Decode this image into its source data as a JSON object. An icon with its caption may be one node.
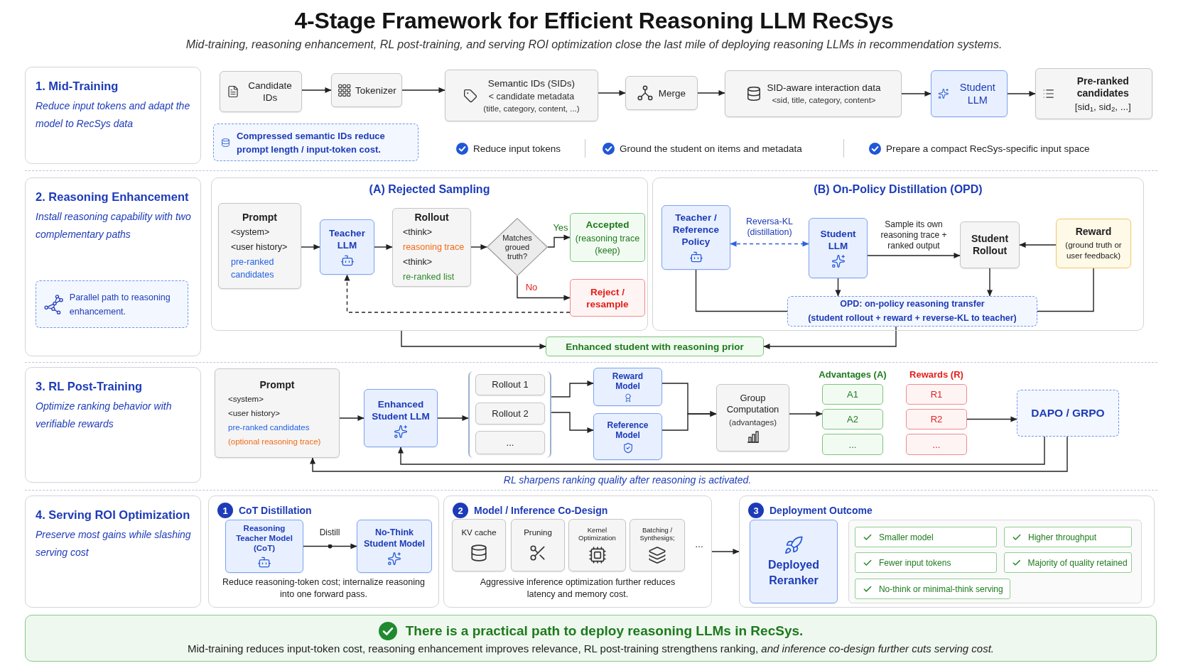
{
  "diagram": {
    "title": "4-Stage Framework for Efficient Reasoning LLM RecSys",
    "nodes": [
      {
        "text": [
          "1. Mid-Training",
          "Reduce input tokens and adapt the model to RecSys data"
        ]
      },
      {
        "text": [
          "Candidate IDs"
        ]
      },
      {
        "text": [
          "Tokenizer"
        ]
      },
      {
        "text": [
          "Semantic IDs (SIDs)",
          "< candidate metadata",
          "(title, category, content, ...)"
        ]
      },
      {
        "text": [
          "Merge"
        ]
      },
      {
        "text": [
          "SID-aware interaction data",
          "<sid, title, category, content>"
        ]
      },
      {
        "text": [
          "Student LLM"
        ]
      },
      {
        "text": [
          "Pre-ranked candidates",
          "[sid$_{1}$, sid$_{2}$, ...]"
        ]
      },
      {
        "text": [
          "Compressed semantic IDs reduce prompt length / input-token cost."
        ]
      },
      {
        "text": [
          "2. Reasoning Enhancement",
          "Install reasoning capability with two complementary paths"
        ]
      },
      {
        "text": [
          "Parallel path to reasoning enhancement."
        ],
        "in": 9
      },
      {
        "text": [
          "(A) Rejected Sampling"
        ]
      },
      {
        "text": [
          "Prompt",
          "<system>",
          "<user history>",
          "pre-ranked candidates"
        ],
        "in": 11
      },
      {
        "text": [
          "Teacher LLM"
        ],
        "in": 11
      },
      {
        "text": [
          "Rollout",
          "<think>",
          "reasoning trace",
          "<think>",
          "re-ranked list"
        ],
        "in": 11
      },
      {
        "text": [
          "Matches groued truth?"
        ],
        "in": 11
      },
      {
        "text": [
          "Accepted",
          "(reasoning trace (keep)"
        ],
        "in": 11
      },
      {
        "text": [
          "Reject / resample"
        ],
        "in": 11
      },
      {
        "text": [
          "(B) On-Policy Distillation (OPD)"
        ]
      },
      {
        "text": [
          "Teacher / Reference Policy"
        ],
        "in": 18
      },
      {
        "text": [
          "Student LLM"
        ],
        "in": 18
      },
      {
        "text": [
          "Student Rollout"
        ],
        "in": 18
      },
      {
        "text": [
          "Reward",
          "(ground truth or user feedback)"
        ],
        "in": 18
      },
      {
        "text": [
          "OPD: on-policy reasoning transfer",
          "(student rollout + reward + reverse-KL to teacher)"
        ],
        "in": 18
      },
      {
        "text": [
          "Enhanced student with reasoning prior"
        ]
      },
      {
        "text": [
          "3. RL Post-Training",
          "Optimize ranking behavior with verifiable rewards"
        ]
      },
      {
        "text": [
          "Prompt",
          "<system>",
          "<user history>",
          "pre-ranked candidates",
          "(optional reasoning trace)"
        ]
      },
      {
        "text": [
          "Enhanced Student LLM"
        ]
      },
      {
        "text": [],
        "shape": "bracket"
      },
      {
        "text": [
          "Rollout 1"
        ],
        "in": 28
      },
      {
        "text": [
          "Rollout 2"
        ],
        "in": 28
      },
      {
        "text": [
          "..."
        ],
        "in": 28
      },
      {
        "text": [
          "Reward Model"
        ]
      },
      {
        "text": [
          "Reference Model"
        ]
      },
      {
        "text": [
          "Group Computation",
          "(advantages)"
        ]
      },
      {
        "text": [
          "A1"
        ]
      },
      {
        "text": [
          "A2"
        ]
      },
      {
        "text": [
          "..."
        ]
      },
      {
        "text": [
          "R1"
        ]
      },
      {
        "text": [
          "R2"
        ]
      },
      {
        "text": [
          "..."
        ]
      },
      {
        "text": [
          "DAPO / GRPO"
        ]
      },
      {
        "text": [
          "4. Serving ROI Optimization",
          "Preserve most gains while slashing serving cost"
        ]
      },
      {
        "text": [
          "1",
          "CoT Distillation",
          "Reduce reasoning-token cost; internalize reasoning into one forward pass."
        ]
      },
      {
        "text": [
          "Reasoning Teacher Model (CoT)"
        ],
        "in": 43
      },
      {
        "text": [
          "No-Think Student Model"
        ],
        "in": 43
      },
      {
        "text": [
          "2",
          "Model / Inference Co-Design",
          "Aggressive inference optimization further reduces latency and memory cost."
        ]
      },
      {
        "text": [
          "KV cache"
        ],
        "in": 46
      },
      {
        "text": [
          "Pruning"
        ],
        "in": 46
      },
      {
        "text": [
          "Kernel Optimization"
        ],
        "in": 46
      },
      {
        "text": [
          "Batching / Synthesigs;"
        ],
        "in": 46
      },
      {
        "text": [
          "3",
          "Deployment Outcome"
        ]
      },
      {
        "text": [
          "Deployed Reranker"
        ],
        "in": 51
      },
      {
        "text": [],
        "shape": "box",
        "in": 51
      },
      {
        "text": [
          "Smaller model"
        ],
        "in": 53
      },
      {
        "text": [
          "Higher throughput"
        ],
        "in": 53
      },
      {
        "text": [
          "Fewer input tokens"
        ],
        "in": 53
      },
      {
        "text": [
          "Majority of quality retained"
        ],
        "in": 53
      },
      {
        "text": [
          "No-think or minimal-think serving"
        ],
        "in": 53
      },
      {
        "text": [
          "There is a practical path to deploy reasoning LLMs in RecSys.",
          "Mid-training reduces input-token cost, reasoning enhancement improves relevance, RL post-training strengthens ranking, *and inference co-design further cuts serving cost.*"
        ]
      }
    ],
    "edges": [
      {
        "from": 1,
        "to": 2,
        "arrow": "to"
      },
      {
        "from": 2,
        "to": 3,
        "arrow": "to"
      },
      {
        "from": 3,
        "to": 4,
        "arrow": "to"
      },
      {
        "from": 4,
        "to": 5,
        "arrow": "to"
      },
      {
        "from": 5,
        "to": 6,
        "arrow": "to"
      },
      {
        "from": 6,
        "to": 7,
        "arrow": "to"
      },
      {
        "from": 12,
        "to": 13,
        "arrow": "to"
      },
      {
        "from": 13,
        "to": 14,
        "arrow": "to"
      },
      {
        "from": 14,
        "to": 15,
        "arrow": "to"
      },
      {
        "from": 15,
        "to": 16,
        "arrow": "to",
        "label": "Yes"
      },
      {
        "from": 15,
        "to": 17,
        "arrow": "to",
        "label": "No"
      },
      {
        "from": 17,
        "to": 13,
        "arrow": "to",
        "style": "dashed"
      },
      {
        "from": 19,
        "to": 20,
        "arrow": "both",
        "label": "Reversa-KL (distillation)",
        "style": "dashed",
        "color": "#2f62e0"
      },
      {
        "from": 20,
        "to": 21,
        "arrow": "to",
        "label": "Sample its own reasoning trace + ranked output"
      },
      {
        "from": 22,
        "to": 21,
        "arrow": "to"
      },
      {
        "from": 20,
        "to": 23,
        "arrow": "to"
      },
      {
        "from": 21,
        "to": 23,
        "arrow": "to"
      },
      {
        "from": 19,
        "to": 23,
        "arrow": "none"
      },
      {
        "from": 22,
        "to": 23,
        "arrow": "none"
      },
      {
        "from": 11,
        "to": 24,
        "arrow": "to"
      },
      {
        "from": 23,
        "to": 24,
        "arrow": "to"
      },
      {
        "from": 26,
        "to": 27,
        "arrow": "to"
      },
      {
        "from": 27,
        "to": 28,
        "arrow": "to"
      },
      {
        "from": 28,
        "to": 32,
        "arrow": "to"
      },
      {
        "from": 28,
        "to": 33,
        "arrow": "to"
      },
      {
        "from": 32,
        "to": 34,
        "arrow": "to"
      },
      {
        "from": 33,
        "to": 34,
        "arrow": "to"
      },
      {
        "from": 34,
        "to": 36,
        "arrow": "to"
      },
      {
        "from": 39,
        "to": 41,
        "arrow": "to"
      },
      {
        "from": 41,
        "to": 27,
        "arrow": "to"
      },
      {
        "from": 41,
        "to": 26,
        "arrow": "to"
      },
      {
        "from": 44,
        "to": 45,
        "arrow": "to",
        "label": "Distill"
      },
      {
        "from": 46,
        "to": 51,
        "arrow": "to"
      }
    ],
    "labels": [
      "Mid-training, reasoning enhancement, RL post-training, and serving ROI optimization close the last mile of deploying reasoning LLMs in recommendation systems.",
      "Reduce input tokens",
      "Ground the student on items and metadata",
      "Prepare a compact RecSys-specific input space",
      "Advantages (A)",
      "Rewards (R)",
      "RL sharpens ranking quality after reasoning is activated.",
      "..."
    ]
  }
}
